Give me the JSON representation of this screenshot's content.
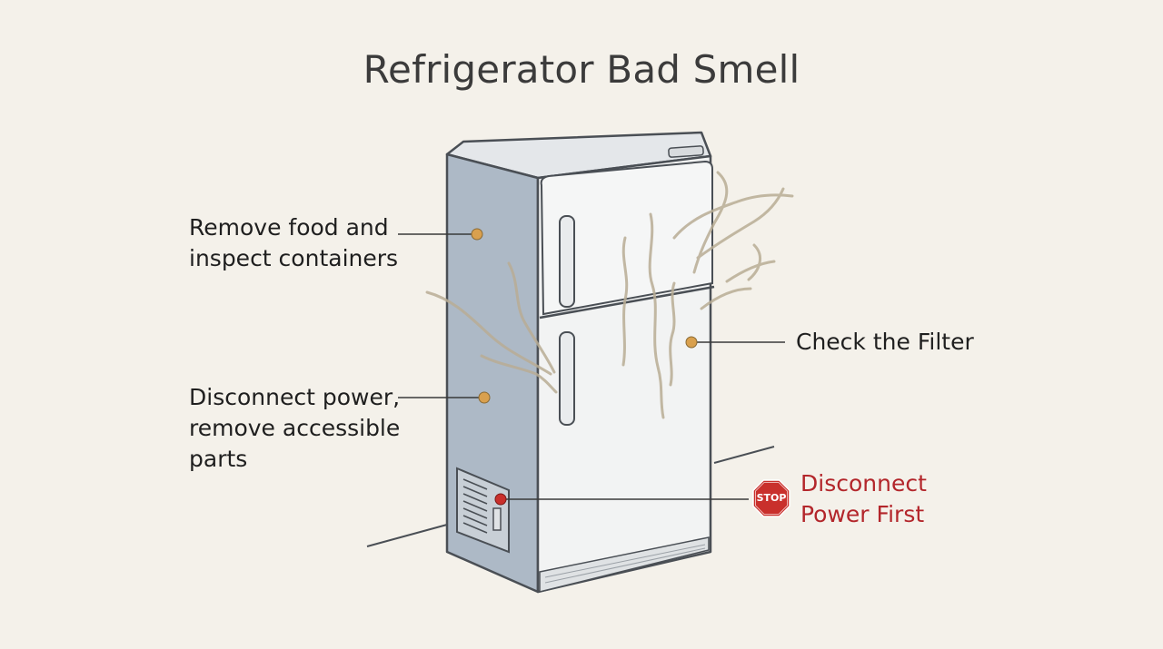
{
  "title": "Refrigerator Bad Smell",
  "callouts": {
    "remove_food": {
      "lines": [
        "Remove food and",
        "inspect containers"
      ]
    },
    "disconnect_parts": {
      "lines": [
        "Disconnect power,",
        "remove accessible",
        "parts"
      ]
    },
    "check_filter": {
      "lines": [
        "Check the Filter"
      ]
    },
    "power_first": {
      "lines": [
        "Disconnect",
        "Power First"
      ],
      "icon": "stop-sign-icon",
      "icon_text": "STOP"
    }
  },
  "colors": {
    "background": "#f4f1ea",
    "fridge_side": "#adb9c6",
    "fridge_front": "#f2f3f3",
    "outline": "#4a4f55",
    "marker": "#d9a04e",
    "warning": "#b3262b",
    "odor": "#b9ad95"
  }
}
